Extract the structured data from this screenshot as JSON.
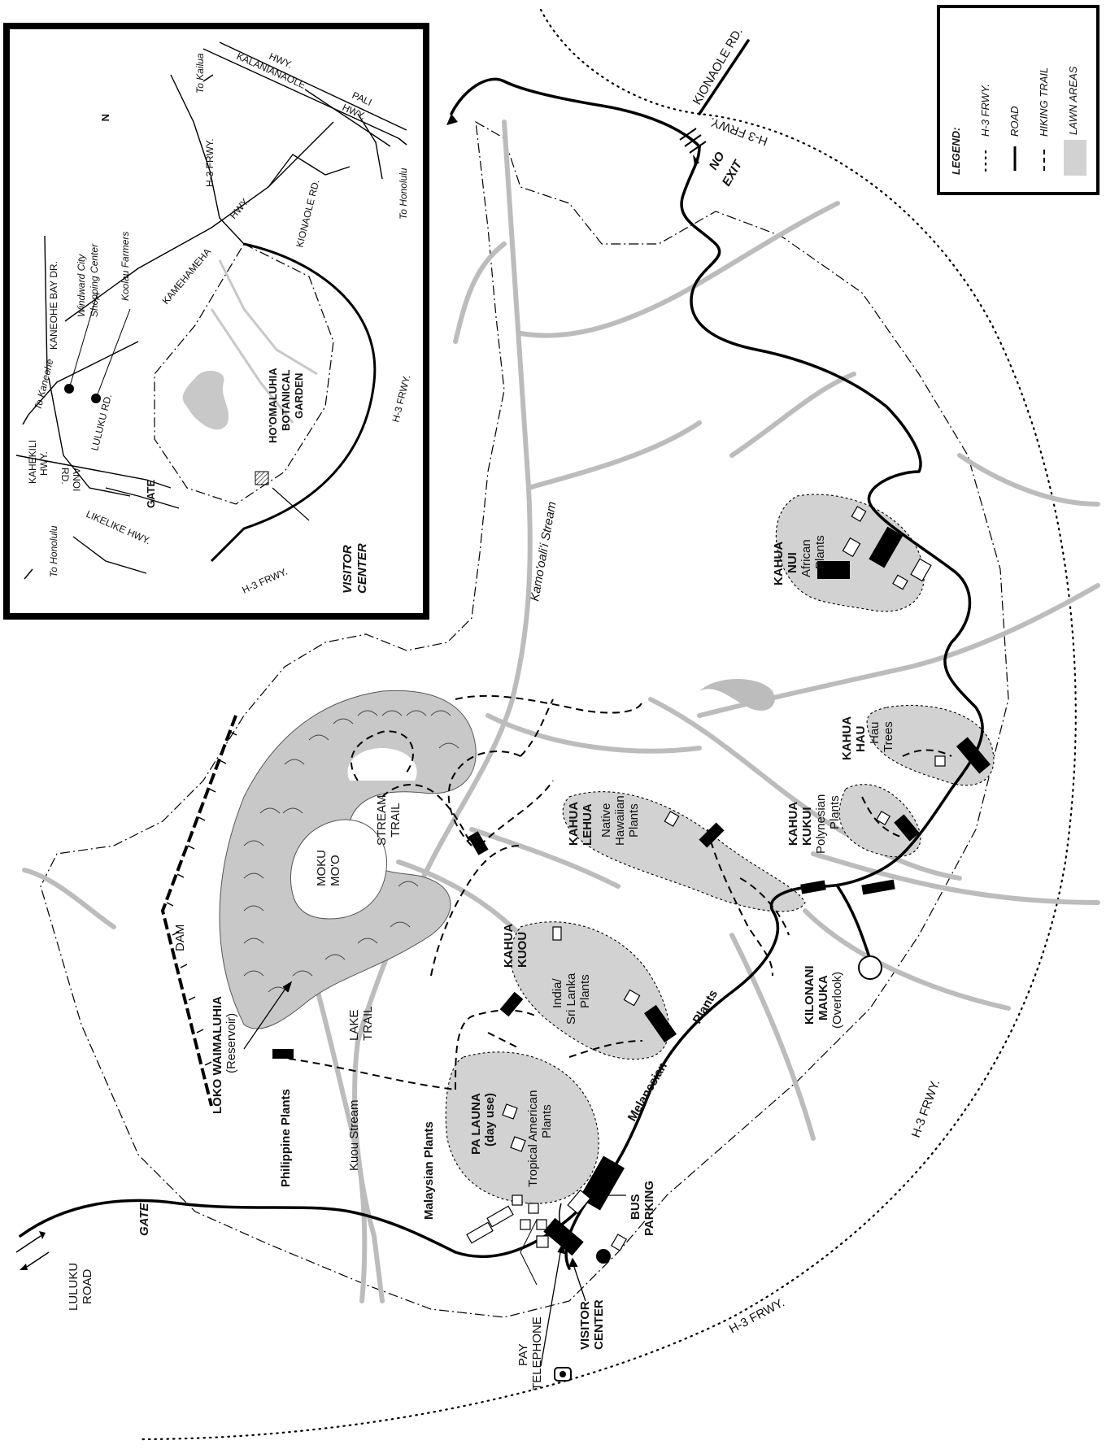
{
  "legend": {
    "title": "LEGEND:",
    "items": [
      {
        "label": "H-3 FRWY.",
        "symbol": "dotted-line-icon"
      },
      {
        "label": "ROAD",
        "symbol": "solid-line-icon"
      },
      {
        "label": "HIKING TRAIL",
        "symbol": "dashed-line-icon"
      },
      {
        "label": "LAWN AREAS",
        "symbol": "gray-box-icon"
      }
    ]
  },
  "inset": {
    "north": "N",
    "to_kailua": "To Kailua",
    "to_honolulu_top": "To Honolulu",
    "to_kaneohe": "To Kaneohe",
    "to_honolulu_bottom": "To Honolulu",
    "h3_frwy": "H-3 FRWY.",
    "kalanianaole_1": "KALANIANAOLE",
    "kalanianaole_2": "HWY.",
    "pali_1": "PALI",
    "pali_2": "HWY.",
    "kamehameha": "KAMEHAMEHA",
    "kamehameha_hwy": "HWY.",
    "kionaole": "KIONAOLE RD.",
    "kaneohe_bay": "KANEOHE BAY DR.",
    "windward_1": "Windward City",
    "windward_2": "Shopping Center",
    "koolau": "Koolau Farmers",
    "luluku": "LULUKU RD.",
    "anoi_1": "ANOI",
    "anoi_2": "RD.",
    "kahekili_1": "KAHEKILI",
    "kahekili_2": "HWY.",
    "likelike": "LIKELIKE HWY.",
    "gate": "GATE",
    "garden_1": "HO'OMALUHIA",
    "garden_2": "BOTANICAL",
    "garden_3": "GARDEN",
    "visitor_1": "VISITOR",
    "visitor_2": "CENTER"
  },
  "labels": {
    "kionaole_rd": "KIONAOLE RD.",
    "h3_frwy_top": "H-3 FRWY.",
    "no_exit_1": "NO",
    "no_exit_2": "EXIT",
    "h3_frwy_right": "H-3 FRWY.",
    "h3_frwy_bottom": "H-3 FRWY.",
    "kamooalii": "Kamo'oali'i Stream",
    "kahua_nui_1": "KAHUA",
    "kahua_nui_2": "NUI",
    "african_1": "African",
    "african_2": "Plants",
    "kahua_hau_1": "KAHUA",
    "kahua_hau_2": "HAU",
    "hau_1": "Hau",
    "hau_2": "Trees",
    "kahua_kukui_1": "KAHUA",
    "kahua_kukui_2": "KUKUI",
    "polynesian_1": "Polynesian",
    "polynesian_2": "Plants",
    "kahua_lehua_1": "KAHUA",
    "kahua_lehua_2": "LEHUA",
    "native_1": "Native",
    "native_2": "Hawaiian",
    "native_3": "Plants",
    "stream_trail_1": "STREAM",
    "stream_trail_2": "TRAIL",
    "moku_1": "MOKU",
    "moku_2": "MO'O",
    "dam": "DAM",
    "loko_1": "LOKO WAIMALUHIA",
    "loko_2": "(Reservoir)",
    "lake_trail_1": "LAKE",
    "lake_trail_2": "TRAIL",
    "kahua_kuou_1": "KAHUA",
    "kahua_kuou_2": "KUOU",
    "india_1": "India/",
    "india_2": "Sri Lanka",
    "india_3": "Plants",
    "melanesian_1": "Melanesian",
    "melanesian_2": "Plants",
    "pa_launa_1": "PA LAUNA",
    "pa_launa_2": "(day use)",
    "tropical_1": "Tropical American",
    "tropical_2": "Plants",
    "kilonani_1": "KILONANI",
    "kilonani_2": "MAUKA",
    "kilonani_3": "(Overlook)",
    "philippine": "Philippine Plants",
    "kuou_stream": "Kuou Stream",
    "malaysian": "Malaysian Plants",
    "bus_1": "BUS",
    "bus_2": "PARKING",
    "visitor_1": "VISITOR",
    "visitor_2": "CENTER",
    "pay_1": "PAY",
    "pay_2": "TELEPHONE",
    "gate": "GATE",
    "luluku_1": "LULUKU",
    "luluku_2": "ROAD"
  },
  "colors": {
    "lawn": "#d2d2d2",
    "stream": "#bcbcbc",
    "ink": "#000000"
  }
}
